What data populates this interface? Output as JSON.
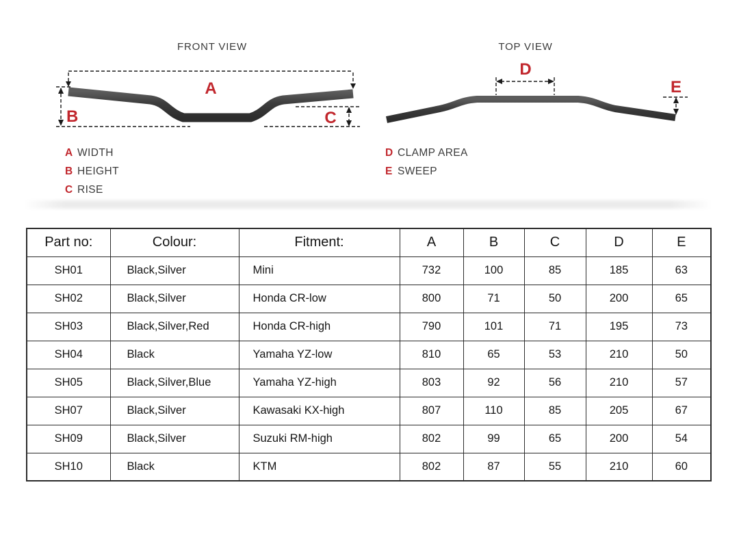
{
  "front_view": {
    "title": "FRONT VIEW",
    "dim_labels": {
      "width": "A",
      "height": "B",
      "rise": "C"
    },
    "legend": [
      {
        "key": "A",
        "label": "WIDTH"
      },
      {
        "key": "B",
        "label": "HEIGHT"
      },
      {
        "key": "C",
        "label": "RISE"
      }
    ]
  },
  "top_view": {
    "title": "TOP VIEW",
    "dim_labels": {
      "clamp_area": "D",
      "sweep": "E"
    },
    "legend": [
      {
        "key": "D",
        "label": "CLAMP AREA"
      },
      {
        "key": "E",
        "label": "SWEEP"
      }
    ]
  },
  "colors": {
    "accent_red": "#c1272d",
    "handlebar_gray": "#3d3d3d",
    "text_dark": "#3a3a3a",
    "table_border": "#2b2b2b"
  },
  "table": {
    "headers": [
      "Part no:",
      "Colour:",
      "Fitment:",
      "A",
      "B",
      "C",
      "D",
      "E"
    ],
    "rows": [
      [
        "SH01",
        "Black,Silver",
        "Mini",
        "732",
        "100",
        "85",
        "185",
        "63"
      ],
      [
        "SH02",
        "Black,Silver",
        "Honda CR-low",
        "800",
        "71",
        "50",
        "200",
        "65"
      ],
      [
        "SH03",
        "Black,Silver,Red",
        "Honda CR-high",
        "790",
        "101",
        "71",
        "195",
        "73"
      ],
      [
        "SH04",
        "Black",
        "Yamaha YZ-low",
        "810",
        "65",
        "53",
        "210",
        "50"
      ],
      [
        "SH05",
        "Black,Silver,Blue",
        "Yamaha YZ-high",
        "803",
        "92",
        "56",
        "210",
        "57"
      ],
      [
        "SH07",
        "Black,Silver",
        "Kawasaki KX-high",
        "807",
        "110",
        "85",
        "205",
        "67"
      ],
      [
        "SH09",
        "Black,Silver",
        "Suzuki RM-high",
        "802",
        "99",
        "65",
        "200",
        "54"
      ],
      [
        "SH10",
        "Black",
        "KTM",
        "802",
        "87",
        "55",
        "210",
        "60"
      ]
    ]
  }
}
